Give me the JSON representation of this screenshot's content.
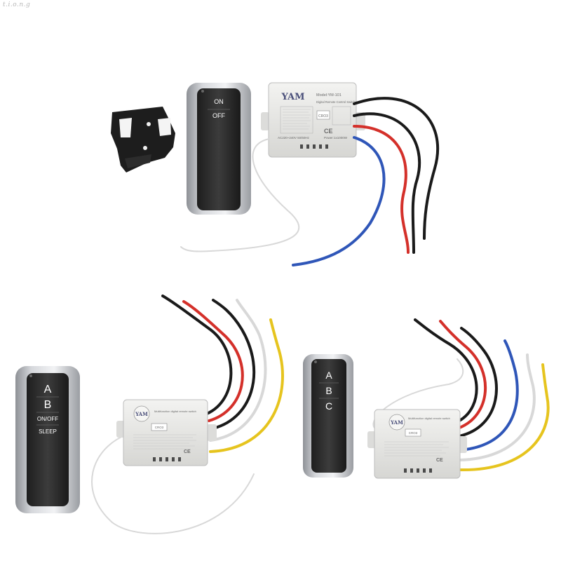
{
  "watermark": "t.i.o.n.g",
  "products": {
    "one_way": {
      "remote": {
        "keys": [
          "ON",
          "OFF"
        ]
      },
      "receiver": {
        "brand": "YAM",
        "model_line": "Model:YM-101",
        "product_line": "Digital Remote Control Switch",
        "voltage_line": "AC220~240V 50/60Hz",
        "power_line": "Power:1x1000W",
        "badge": "CRO3",
        "ce_mark": "CE"
      }
    },
    "two_way": {
      "remote": {
        "keys": [
          "A",
          "B",
          "ON/OFF",
          "SLEEP"
        ]
      },
      "receiver": {
        "brand": "YAM",
        "product_line": "Multifunction digital remote switch",
        "badge": "CRO3",
        "ce_mark": "CE"
      }
    },
    "three_way": {
      "remote": {
        "keys": [
          "A",
          "B",
          "C"
        ]
      },
      "receiver": {
        "brand": "YAM",
        "product_line": "Multifunction digital remote switch",
        "badge": "CRO3",
        "ce_mark": "CE"
      }
    }
  },
  "colors": {
    "wire_black": "#1a1a1a",
    "wire_red": "#d4302a",
    "wire_blue": "#2f56b8",
    "wire_white": "#d8d8d8",
    "wire_yellow": "#e6c41e",
    "remote_body": "#3a3a3a",
    "remote_silver": "#c4c6ca",
    "housing": "#e8e8e6"
  }
}
